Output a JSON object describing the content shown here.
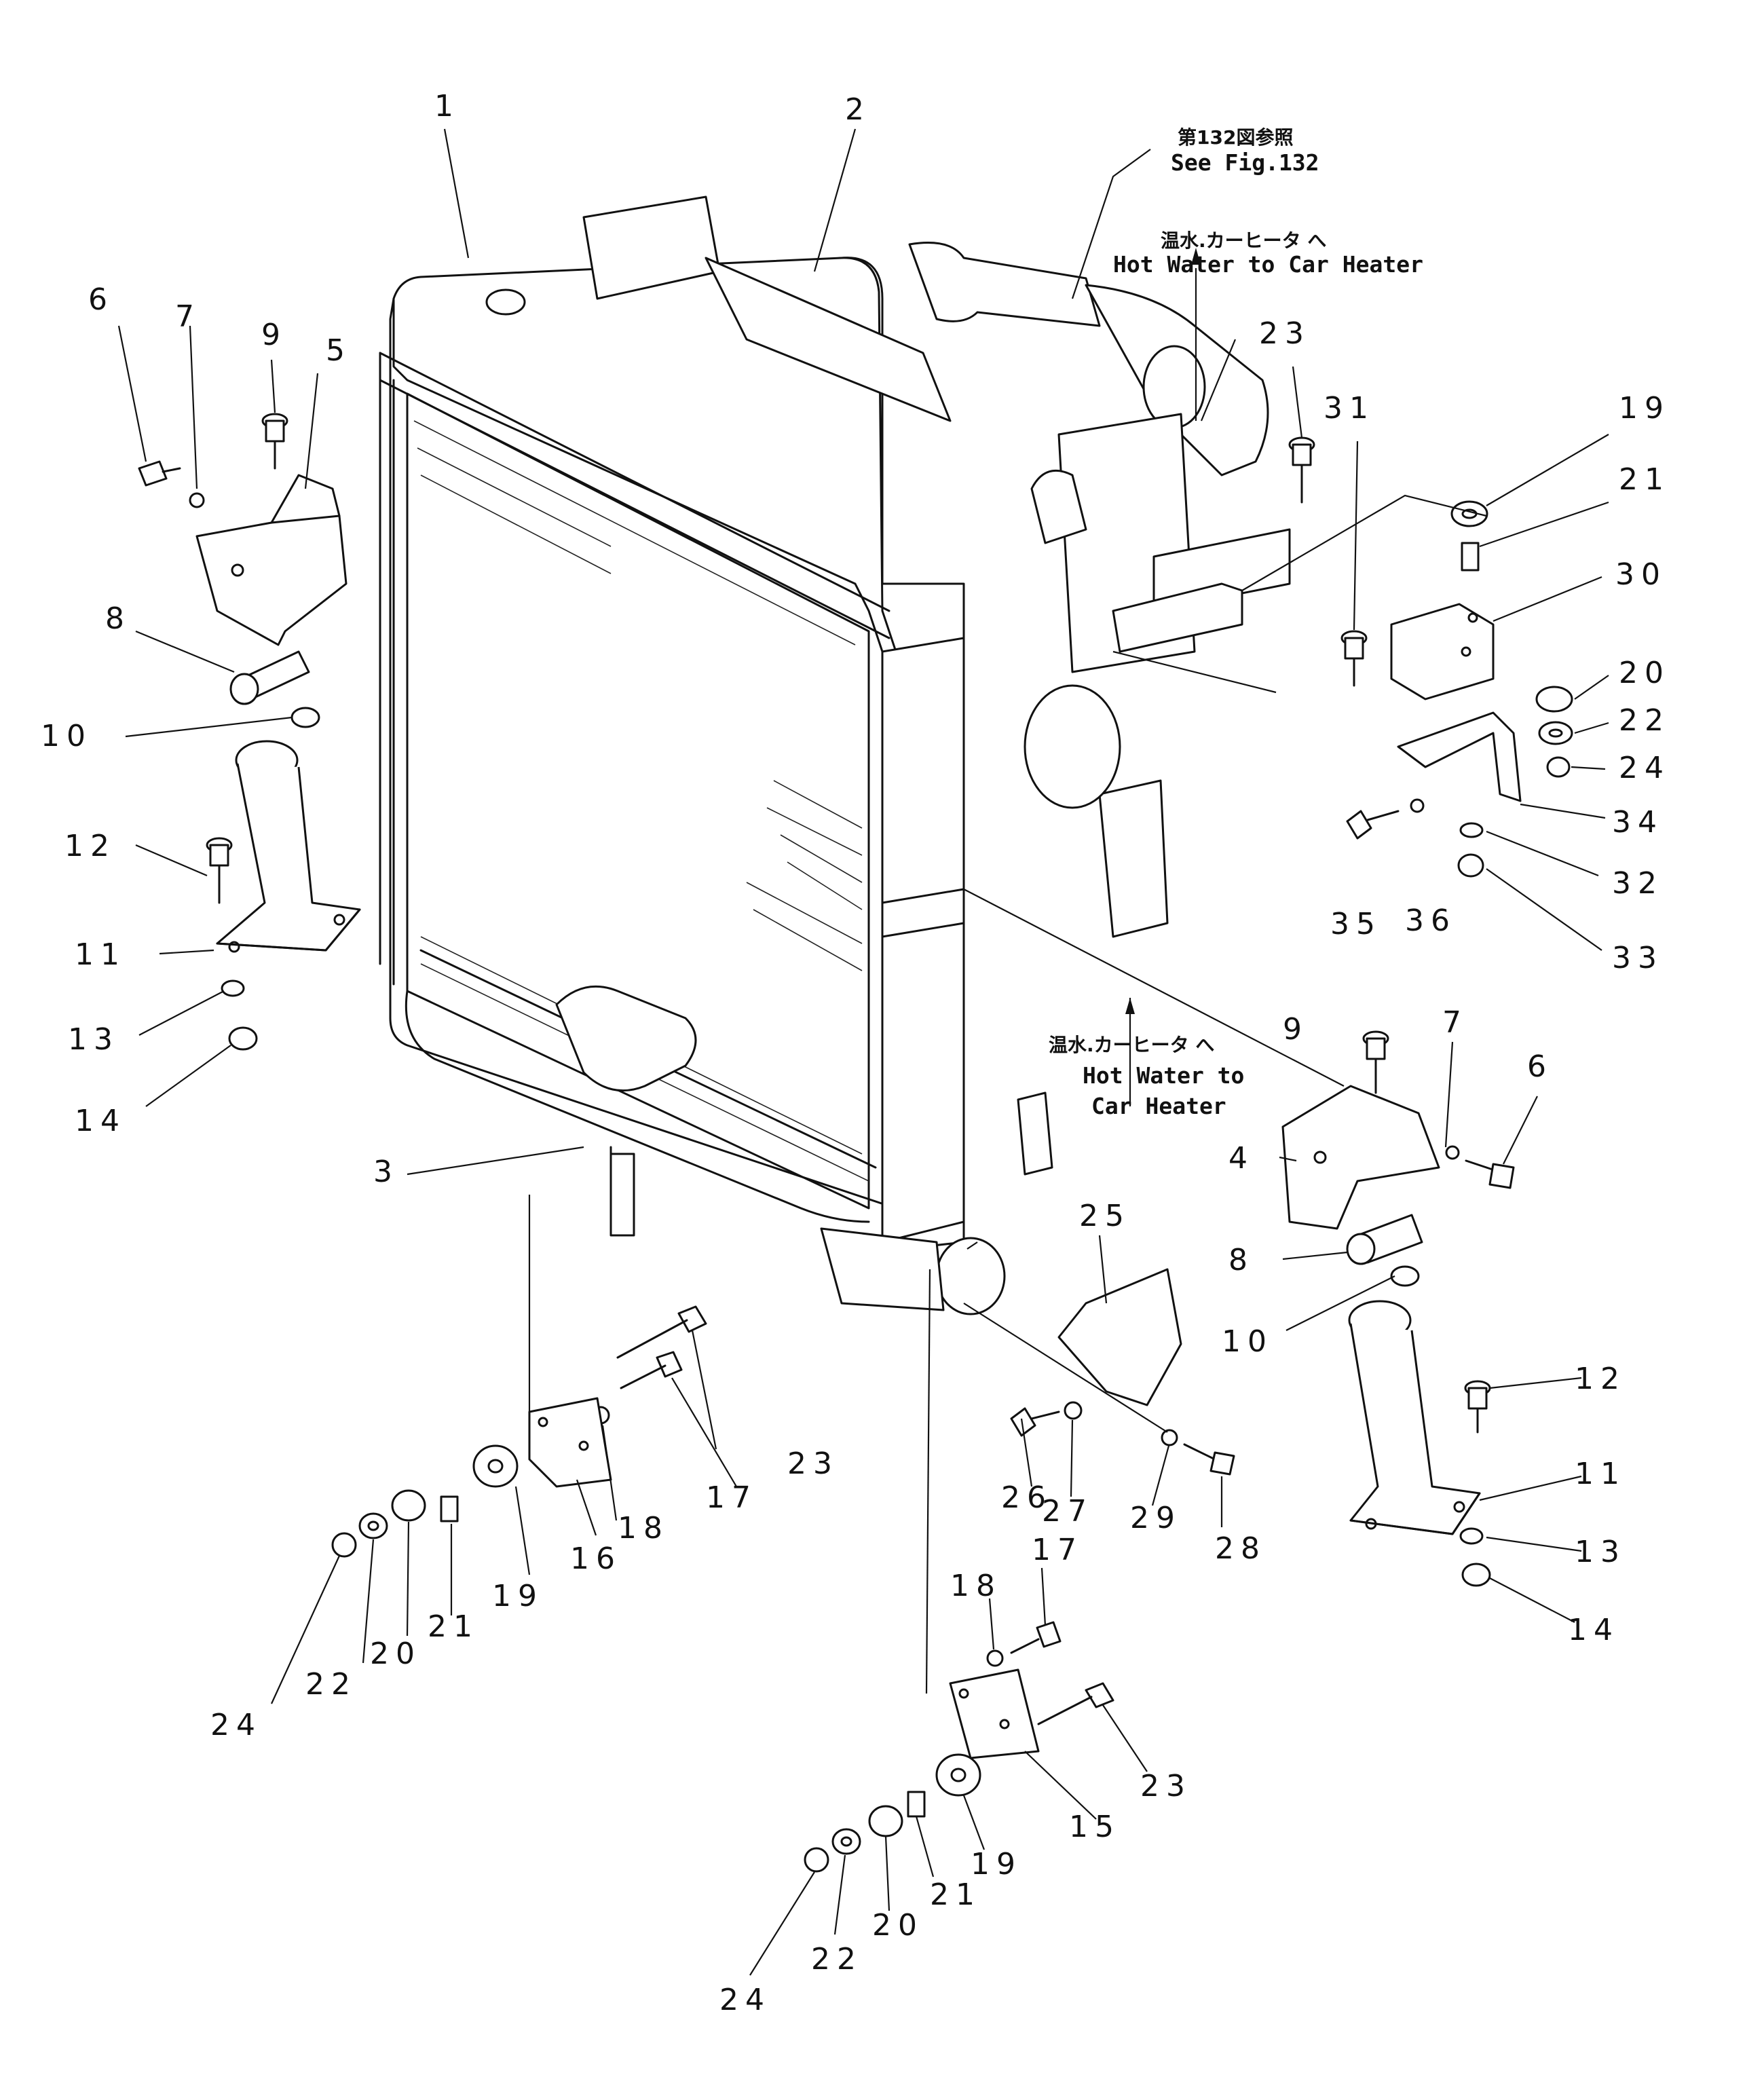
{
  "figure": {
    "reference_jp": "第132図参照",
    "reference_en": "See Fig.132",
    "hot_water_top_jp": "温水.カーヒータ へ",
    "hot_water_top_en": "Hot Water to Car Heater",
    "hot_water_mid_jp": "温水.カーヒータ へ",
    "hot_water_mid_en_1": "Hot Water to",
    "hot_water_mid_en_2": "Car Heater"
  },
  "callouts": {
    "c1": "1",
    "c2": "2",
    "c3": "3",
    "c4": "4",
    "c5": "5",
    "c6a": "6",
    "c7a": "7",
    "c9a": "9",
    "c8a": "8",
    "c10a": "10",
    "c12a": "12",
    "c11a": "11",
    "c13a": "13",
    "c14a": "14",
    "c23a": "23",
    "c31": "31",
    "c19a": "19",
    "c21a": "21",
    "c30": "30",
    "c20a": "20",
    "c22a": "22",
    "c24a": "24",
    "c34": "34",
    "c32": "32",
    "c33": "33",
    "c35": "35",
    "c36": "36",
    "c9b": "9",
    "c7b": "7",
    "c6b": "6",
    "c8b": "8",
    "c10b": "10",
    "c25": "25",
    "c12b": "12",
    "c11b": "11",
    "c13b": "13",
    "c14b": "14",
    "c23b": "23",
    "c17a": "17",
    "c18a": "18",
    "c16": "16",
    "c19b": "19",
    "c21b": "21",
    "c20b": "20",
    "c22b": "22",
    "c24b": "24",
    "c26": "26",
    "c27": "27",
    "c29": "29",
    "c28": "28",
    "c17b": "17",
    "c18b": "18",
    "c23c": "23",
    "c15": "15",
    "c19c": "19",
    "c21c": "21",
    "c20c": "20",
    "c22c": "22",
    "c24c": "24"
  }
}
